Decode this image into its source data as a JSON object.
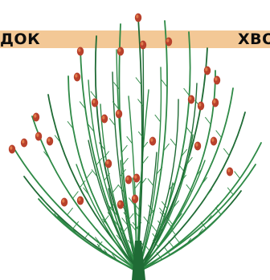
{
  "label_left": "ДОК",
  "label_right": "ХВО",
  "colors": {
    "band": "#f3c896",
    "stem": "#2e8a46",
    "stem_dark": "#1f6b35",
    "berry": "#b8412c",
    "berry_light": "#e07a4a"
  },
  "icons": [
    "horsetail-shrub-illustration"
  ]
}
